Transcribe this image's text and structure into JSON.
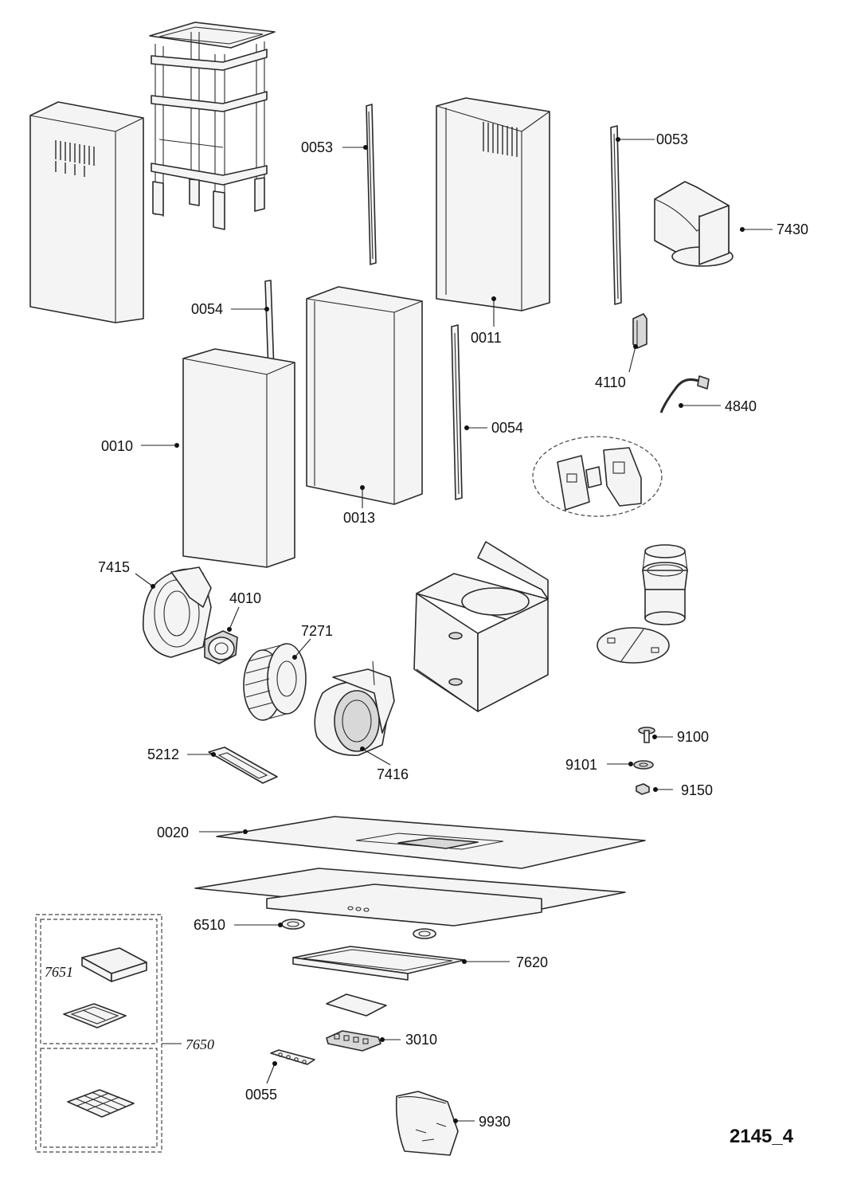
{
  "diagram": {
    "reference": "2145_4",
    "kit_label": "7650",
    "kit_sub_label": "7651",
    "parts": [
      "0053",
      "0053",
      "7430",
      "0054",
      "0011",
      "4110",
      "4840",
      "0010",
      "0054",
      "0013",
      "7415",
      "4010",
      "7271",
      "5212",
      "7416",
      "9100",
      "9101",
      "9150",
      "0020",
      "6510",
      "7620",
      "3010",
      "0055",
      "9930"
    ]
  }
}
